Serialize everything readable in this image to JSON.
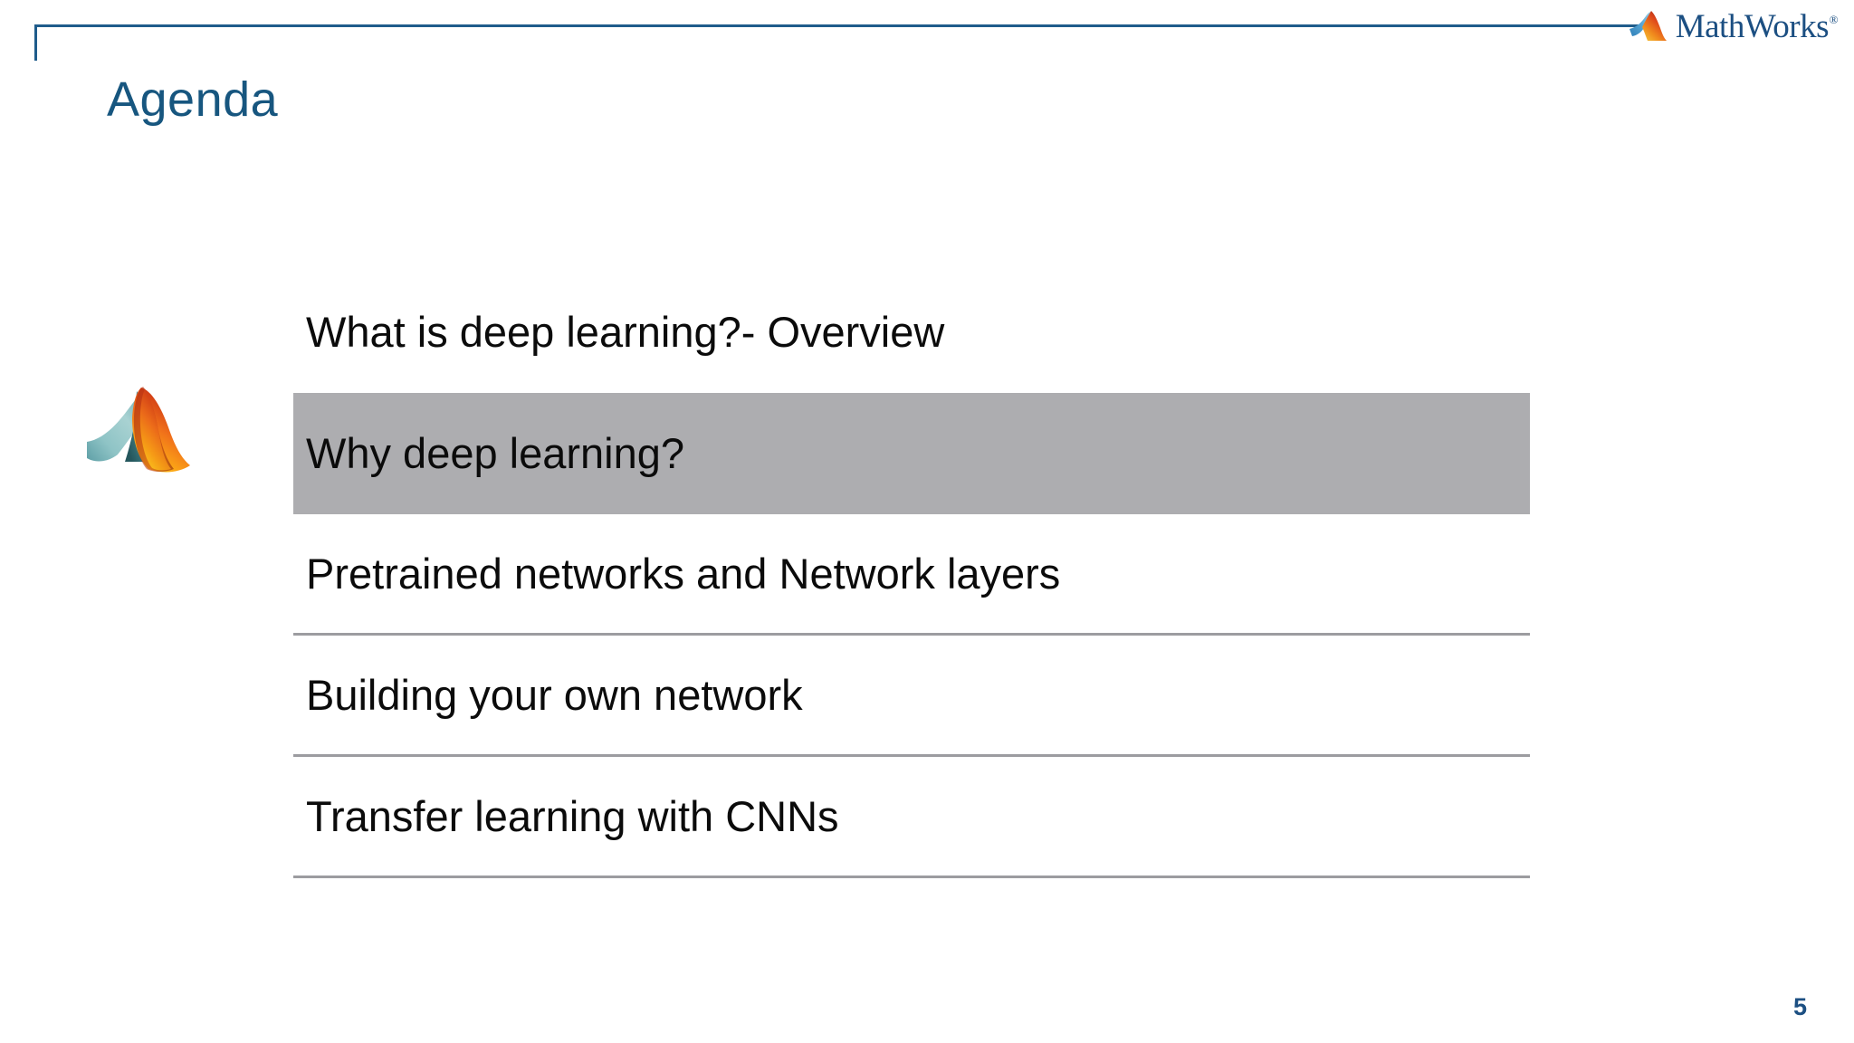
{
  "brand": {
    "mark_icon": "matlab-membrane-icon",
    "wordmark": "MathWorks",
    "registered_symbol": "®",
    "wordmark_color": "#1C4F82"
  },
  "header": {
    "rule_color": "#1F5C8B",
    "title": "Agenda",
    "title_color": "#17567F"
  },
  "decoration": {
    "membrane_logo_icon": "matlab-membrane-logo-icon"
  },
  "agenda": {
    "highlight_color": "#ADADB0",
    "rule_color": "#9C9CA0",
    "items": [
      {
        "label": "What is deep learning?- Overview",
        "highlighted": false,
        "ruled": false
      },
      {
        "label": "Why deep learning?",
        "highlighted": true,
        "ruled": false
      },
      {
        "label": "Pretrained networks and Network layers",
        "highlighted": false,
        "ruled": true
      },
      {
        "label": "Building your own network",
        "highlighted": false,
        "ruled": true
      },
      {
        "label": "Transfer learning with CNNs",
        "highlighted": false,
        "ruled": true
      }
    ]
  },
  "footer": {
    "page_number": "5",
    "page_number_color": "#1C4F82"
  }
}
